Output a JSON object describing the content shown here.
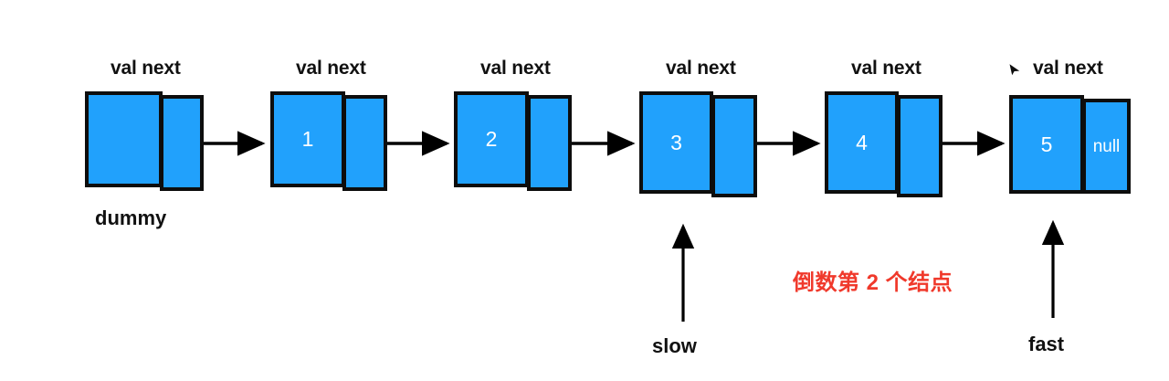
{
  "diagram": {
    "title": "Linked list with dummy head and slow/fast pointers",
    "colors": {
      "node_fill": "#21a1fc",
      "node_border": "#0d0d0d",
      "arrow": "#000000",
      "note": "#f0392b",
      "value_text": "#ffffff",
      "label_text": "#111111",
      "background": "#ffffff"
    },
    "field_label": "val next",
    "nodes": [
      {
        "id": "dummy",
        "val": "",
        "next_text": "",
        "caption": "val next",
        "below_label": "dummy"
      },
      {
        "id": "n1",
        "val": "1",
        "next_text": "",
        "caption": "val next",
        "below_label": ""
      },
      {
        "id": "n2",
        "val": "2",
        "next_text": "",
        "caption": "val next",
        "below_label": ""
      },
      {
        "id": "n3",
        "val": "3",
        "next_text": "",
        "caption": "val next",
        "below_label": ""
      },
      {
        "id": "n4",
        "val": "4",
        "next_text": "",
        "caption": "val next",
        "below_label": ""
      },
      {
        "id": "n5",
        "val": "5",
        "next_text": "null",
        "caption": "val next",
        "below_label": ""
      }
    ],
    "pointers": [
      {
        "name": "slow",
        "label": "slow",
        "target_node": "n3"
      },
      {
        "name": "fast",
        "label": "fast",
        "target_node": "n5"
      }
    ],
    "annotations": [
      {
        "name": "second-from-last-note",
        "text": "倒数第 2 个结点",
        "color": "#f0392b"
      }
    ],
    "cursor": {
      "name": "mouse-cursor-artifact",
      "visible": true
    }
  }
}
